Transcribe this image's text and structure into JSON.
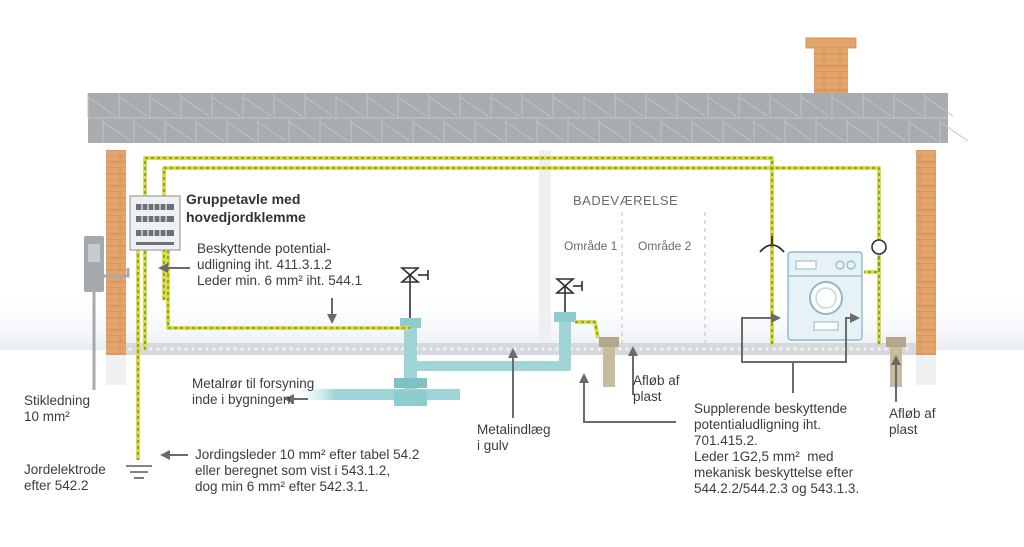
{
  "labels": {
    "panel_title": "Gruppetavle med\nhovedjordklemme",
    "protective_bonding": "Beskyttende potential-\nudligning iht. 411.3.1.2\nLeder min. 6 mm² iht. 544.1",
    "metal_pipe": "Metalrør til forsyning\ninde i bygningen.",
    "service_cable": "Stikledning\n10 mm²",
    "earth_electrode": "Jordelektrode\nefter 542.2",
    "earthing_conductor": "Jordingsleder 10 mm² efter tabel 54.2\neller beregnet som vist i 543.1.2,\ndog min 6 mm² efter 542.3.1.",
    "floor_insert": "Metalindlæg\ni gulv",
    "drain_1": "Afløb af\nplast",
    "drain_2": "Afløb af\nplast",
    "bathroom": "BADEVÆRELSE",
    "zone_1": "Område 1",
    "zone_2": "Område 2",
    "supplementary_bonding": "Supplerende beskyttende\npotentialudligning iht.\n701.415.2.\nLeder 1G2,5 mm²  med\nmekanisk beskyttelse efter\n544.2.2/544.2.3 og 543.1.3."
  },
  "colors": {
    "roof": "#a9acae",
    "wall_brick": "#e2a46a",
    "chimney": "#e2a46a",
    "bonding_conductor": "#e3d84a",
    "bonding_dash": "#52a032",
    "water_pipe": "#9fd5d6",
    "floor": "#d6d9dc",
    "arrow": "#6b6b6b",
    "drain": "#b3a68a",
    "machine": "#a9d4df"
  }
}
